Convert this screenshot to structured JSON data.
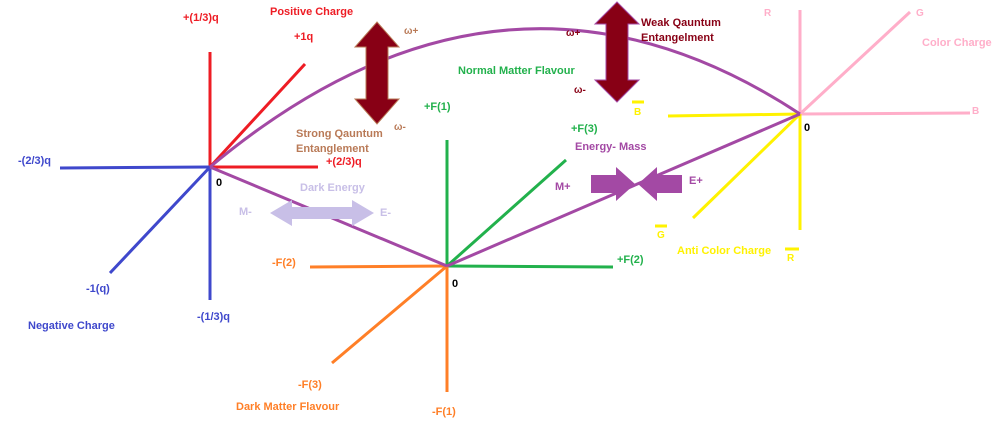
{
  "colors": {
    "red": "#ee1c24",
    "blue": "#3f48cc",
    "green": "#22b14c",
    "orange": "#ff7f27",
    "purple": "#a349a4",
    "pink": "#ffaec9",
    "yellow": "#fff200",
    "maroon": "#880015",
    "lavender": "#c8bfe7",
    "ochre": "#b97a57"
  },
  "charge": {
    "pos_third": "+(1/3)q",
    "positive_title": "Positive Charge",
    "pos_one": "+1q",
    "pos_two_thirds": "+(2/3)q",
    "neg_two_thirds": "-(2/3)q",
    "origin": "0",
    "neg_one": "-1(q)",
    "neg_third": "-(1/3)q",
    "negative_title": "Negative Charge"
  },
  "strong": {
    "omega_plus": "ω+",
    "omega_minus": "ω-",
    "title_line1": "Strong Qauntum",
    "title_line2": "Entanglement"
  },
  "dark_energy": {
    "title": "Dark Energy",
    "m_minus": "M-",
    "e_minus": "E-"
  },
  "flavour": {
    "normal_title": "Normal Matter Flavour",
    "f1_pos": "+F(1)",
    "f3_pos": "+F(3)",
    "f2_pos": "+F(2)",
    "f2_neg": "-F(2)",
    "f3_neg": "-F(3)",
    "f1_neg": "-F(1)",
    "origin": "0",
    "dark_title": "Dark Matter Flavour"
  },
  "energy_mass": {
    "title": "Energy- Mass",
    "m_plus": "M+",
    "e_plus": "E+"
  },
  "weak": {
    "omega_plus": "ω+",
    "omega_minus": "ω-",
    "title_line1": "Weak Qauntum",
    "title_line2": "Entangelment"
  },
  "color": {
    "r": "R",
    "g": "G",
    "b": "B",
    "title": "Color Charge",
    "origin": "0",
    "anti_b": "B",
    "anti_g": "G",
    "anti_r": "R",
    "anti_title": "Anti Color Charge"
  }
}
